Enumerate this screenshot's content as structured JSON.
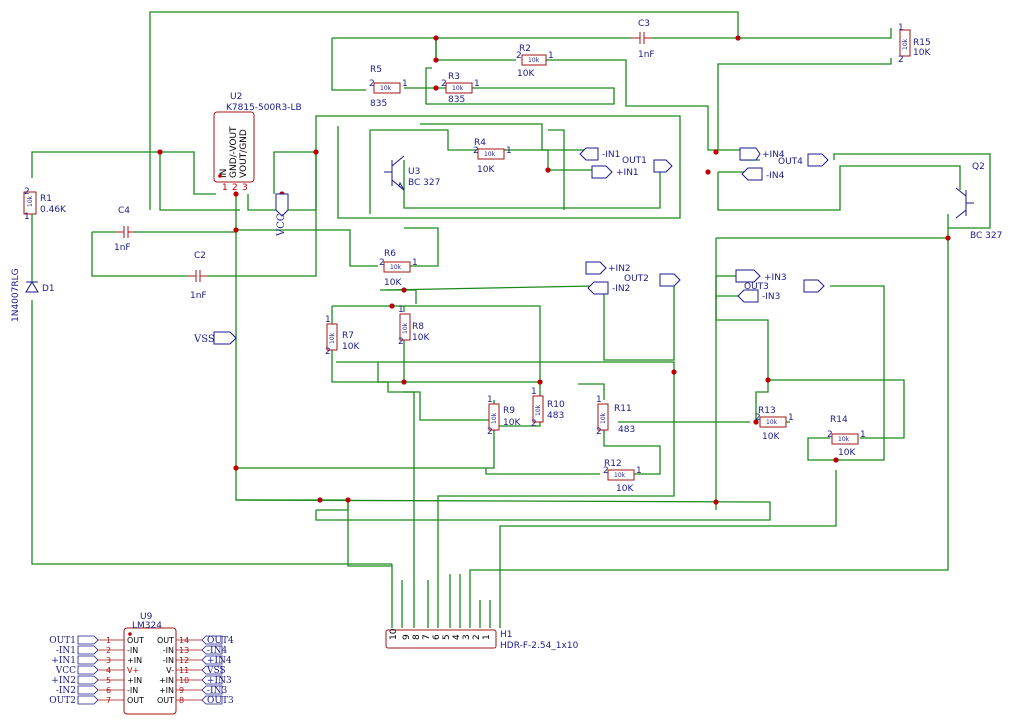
{
  "colors": {
    "wire": "#1a8a1a",
    "junction": "#c00000",
    "text": "#1a1a8c",
    "body": "#a31515"
  },
  "components": {
    "r1": {
      "ref": "R1",
      "value": "0.46K",
      "pkg": "10k"
    },
    "r2": {
      "ref": "R2",
      "value": "10K",
      "pkg": "10k"
    },
    "r3": {
      "ref": "R3",
      "value": "835",
      "pkg": "10k"
    },
    "r4": {
      "ref": "R4",
      "value": "10K",
      "pkg": "10k"
    },
    "r5": {
      "ref": "R5",
      "value": "835",
      "pkg": "10k"
    },
    "r6": {
      "ref": "R6",
      "value": "10K",
      "pkg": "10k"
    },
    "r7": {
      "ref": "R7",
      "value": "10K",
      "pkg": "10k"
    },
    "r8": {
      "ref": "R8",
      "value": "10K",
      "pkg": "10k"
    },
    "r9": {
      "ref": "R9",
      "value": "10K",
      "pkg": "10k"
    },
    "r10": {
      "ref": "R10",
      "value": "483",
      "pkg": "10k"
    },
    "r11": {
      "ref": "R11",
      "value": "483",
      "pkg": "10k"
    },
    "r12": {
      "ref": "R12",
      "value": "10K",
      "pkg": "10k"
    },
    "r13": {
      "ref": "R13",
      "value": "10K",
      "pkg": "10k"
    },
    "r14": {
      "ref": "R14",
      "value": "10K",
      "pkg": "10k"
    },
    "r15": {
      "ref": "R15",
      "value": "10K",
      "pkg": "10k"
    },
    "c2": {
      "ref": "C2",
      "value": "1nF"
    },
    "c3": {
      "ref": "C3",
      "value": "1nF"
    },
    "c4": {
      "ref": "C4",
      "value": "1nF"
    },
    "d1": {
      "ref": "D1",
      "value": "1N4007RLG"
    },
    "u2": {
      "ref": "U2",
      "value": "K7815-500R3-LB",
      "pins": [
        "IN",
        "GND/-VOUT",
        "VOUT/GND"
      ],
      "pin_nums": [
        "1",
        "2",
        "3"
      ]
    },
    "u3": {
      "ref": "U3",
      "value": "BC 327"
    },
    "q2": {
      "ref": "Q2",
      "value": "BC 327"
    },
    "h1": {
      "ref": "H1",
      "value": "HDR-F-2.54_1x10",
      "pins": [
        "10",
        "9",
        "8",
        "7",
        "6",
        "5",
        "4",
        "3",
        "2",
        "1"
      ]
    },
    "u9": {
      "ref": "U9",
      "value": "LM324",
      "left_pins": [
        {
          "num": "1",
          "name": "OUT",
          "net": "OUT1"
        },
        {
          "num": "2",
          "name": "-IN",
          "net": "-IN1"
        },
        {
          "num": "3",
          "name": "+IN",
          "net": "+IN1"
        },
        {
          "num": "4",
          "name": "V+",
          "net": "VCC"
        },
        {
          "num": "5",
          "name": "+IN",
          "net": "+IN2"
        },
        {
          "num": "6",
          "name": "-IN",
          "net": "-IN2"
        },
        {
          "num": "7",
          "name": "OUT",
          "net": "OUT2"
        }
      ],
      "right_pins": [
        {
          "num": "14",
          "name": "OUT",
          "net": "OUT4"
        },
        {
          "num": "13",
          "name": "-IN",
          "net": "-IN4"
        },
        {
          "num": "12",
          "name": "-IN",
          "net": "+IN4"
        },
        {
          "num": "11",
          "name": "V-",
          "net": "VSS"
        },
        {
          "num": "10",
          "name": "+IN",
          "net": "+IN3"
        },
        {
          "num": "9",
          "name": "+IN",
          "net": "-IN3"
        },
        {
          "num": "8",
          "name": "OUT",
          "net": "OUT3"
        }
      ]
    }
  },
  "nets": {
    "vcc": "VCC",
    "vss": "VSS",
    "in1m": "-IN1",
    "in1p": "+IN1",
    "out1": "OUT1",
    "in2p": "+IN2",
    "in2m": "-IN2",
    "out2": "OUT2",
    "in3p": "+IN3",
    "in3m": "-IN3",
    "out3": "OUT3",
    "in4p": "+IN4",
    "in4m": "-IN4",
    "out4": "OUT4"
  }
}
